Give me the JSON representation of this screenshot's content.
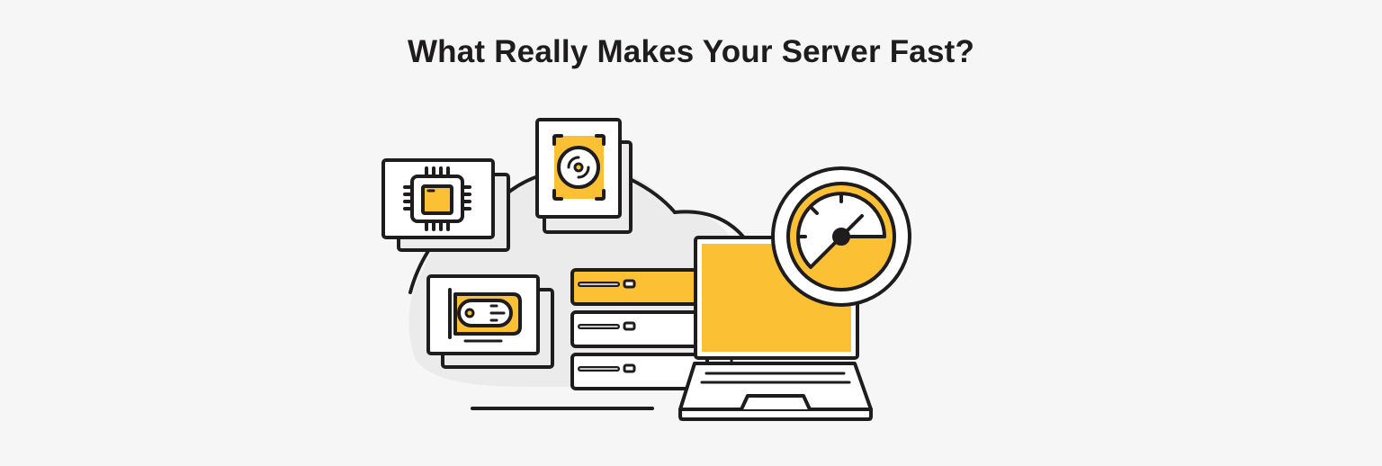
{
  "title": "What Really Makes Your Server Fast?",
  "illustration": {
    "components": [
      "cpu-card",
      "storage-disk-card",
      "network-card",
      "server-rack",
      "laptop",
      "speedometer"
    ],
    "server_rack_units": 3
  },
  "colors": {
    "background": "#f6f6f6",
    "cloud": "#ebebeb",
    "accent": "#fbc034",
    "outline": "#1e1c1d",
    "card": "#ffffff"
  }
}
